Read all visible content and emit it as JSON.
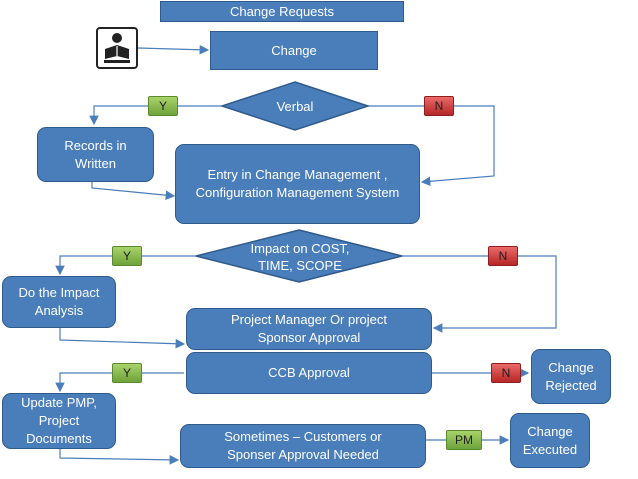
{
  "title": "Change Requests",
  "nodes": {
    "change": "Change",
    "verbal": "Verbal",
    "records": "Records in Written",
    "entry": "Entry in Change Management , Configuration Management System",
    "impact_q": "Impact on COST, TIME, SCOPE",
    "impact_analysis": "Do the Impact Analysis",
    "pm_approval": "Project Manager Or project Sponsor Approval",
    "ccb": "CCB Approval",
    "rejected": "Change Rejected",
    "update": "Update PMP, Project Documents",
    "customer_approval": "Sometimes – Customers or Sponser Approval Needed",
    "executed": "Change Executed"
  },
  "tags": {
    "verbal_yes": "Y",
    "verbal_no": "N",
    "impact_yes": "Y",
    "impact_no": "N",
    "ccb_yes": "Y",
    "ccb_no": "N",
    "pm": "PM"
  },
  "colors": {
    "box_fill": "#4a7ebb",
    "box_border": "#2e5a8c",
    "yes_tag": "#8cbf4f",
    "no_tag": "#d43a3a",
    "connector": "#4a7ebb"
  },
  "icons": [
    "reader-icon"
  ]
}
